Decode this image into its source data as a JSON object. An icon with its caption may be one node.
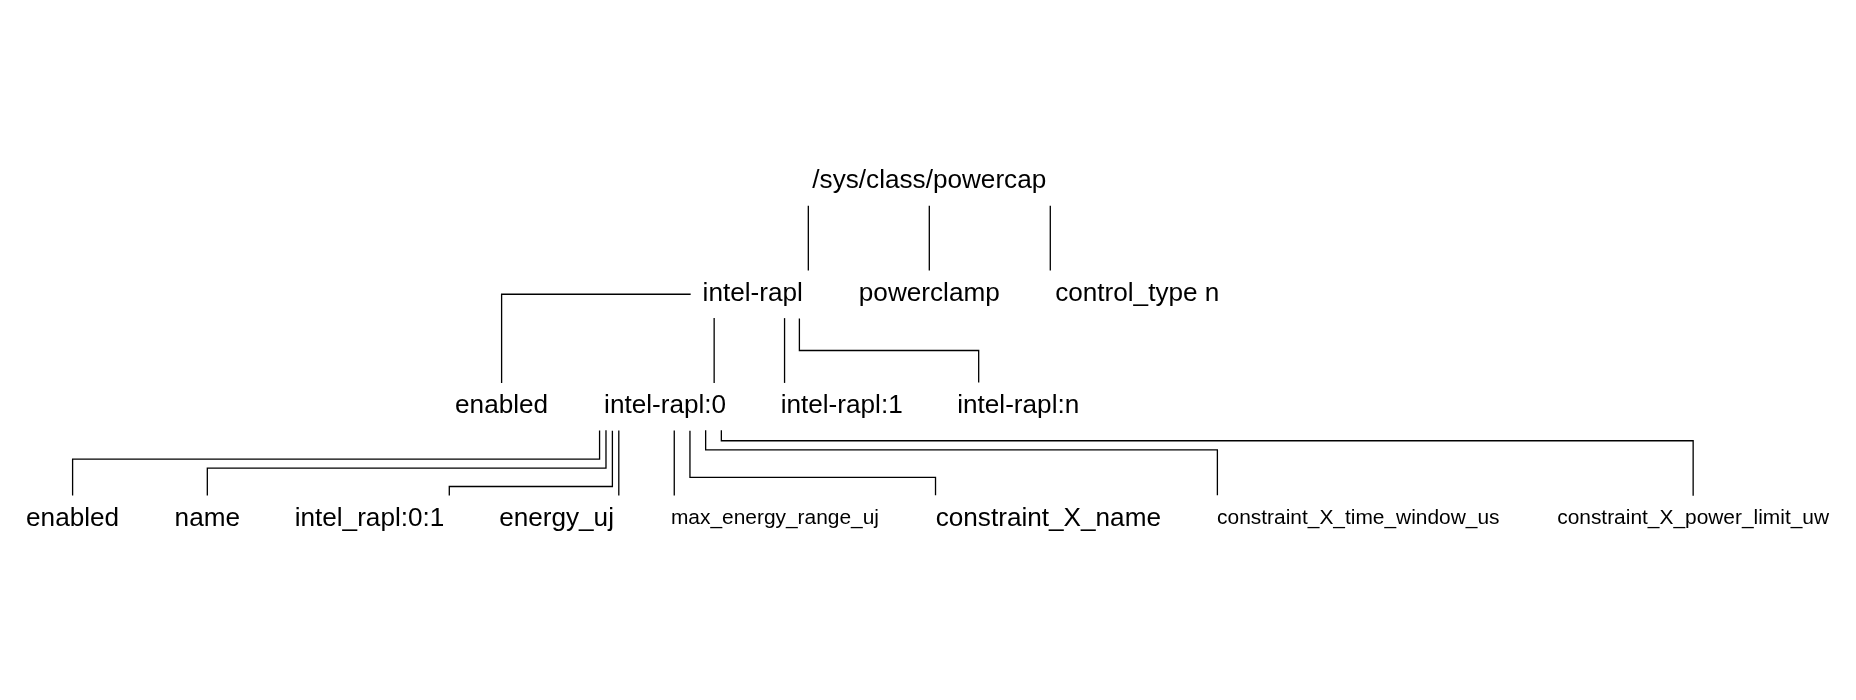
{
  "diagram": {
    "nodes": [
      {
        "text": [
          "/sys/class/powercap"
        ]
      },
      {
        "text": [
          "intel-rapl"
        ]
      },
      {
        "text": [
          "powerclamp"
        ]
      },
      {
        "text": [
          "control_type n"
        ]
      },
      {
        "text": [
          "enabled"
        ]
      },
      {
        "text": [
          "intel-rapl:0"
        ]
      },
      {
        "text": [
          "intel-rapl:1"
        ]
      },
      {
        "text": [
          "intel-rapl:n"
        ]
      },
      {
        "text": [
          "enabled"
        ]
      },
      {
        "text": [
          "name"
        ]
      },
      {
        "text": [
          "intel_rapl:0:1"
        ]
      },
      {
        "text": [
          "energy_uj"
        ]
      },
      {
        "text": [
          "max_energy_range_uj"
        ]
      },
      {
        "text": [
          "constraint_X_name"
        ]
      },
      {
        "text": [
          "constraint_X_time_window_us"
        ]
      },
      {
        "text": [
          "constraint_X_power_limit_uw"
        ]
      }
    ],
    "edges": [
      {
        "from": 0,
        "to": 1,
        "arrow": "none"
      },
      {
        "from": 0,
        "to": 2,
        "arrow": "none"
      },
      {
        "from": 0,
        "to": 3,
        "arrow": "none"
      },
      {
        "from": 1,
        "to": 4,
        "arrow": "none"
      },
      {
        "from": 1,
        "to": 5,
        "arrow": "none"
      },
      {
        "from": 1,
        "to": 6,
        "arrow": "none"
      },
      {
        "from": 1,
        "to": 7,
        "arrow": "none"
      },
      {
        "from": 5,
        "to": 8,
        "arrow": "none"
      },
      {
        "from": 5,
        "to": 9,
        "arrow": "none"
      },
      {
        "from": 5,
        "to": 10,
        "arrow": "none"
      },
      {
        "from": 5,
        "to": 11,
        "arrow": "none"
      },
      {
        "from": 5,
        "to": 12,
        "arrow": "none"
      },
      {
        "from": 5,
        "to": 13,
        "arrow": "none"
      },
      {
        "from": 5,
        "to": 14,
        "arrow": "none"
      },
      {
        "from": 5,
        "to": 15,
        "arrow": "none"
      }
    ]
  }
}
